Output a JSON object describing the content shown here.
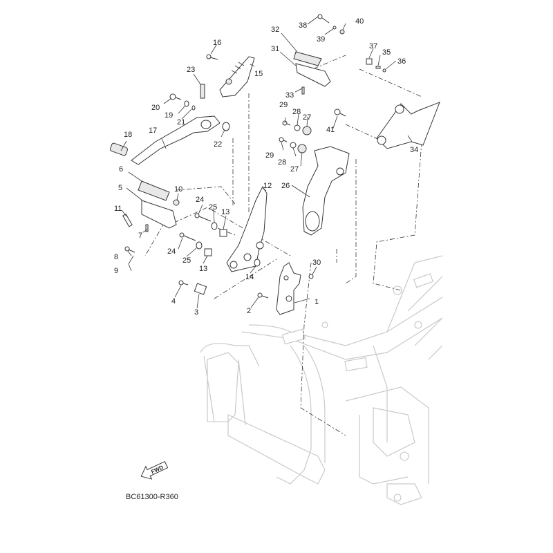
{
  "diagram": {
    "type": "exploded-parts-diagram",
    "subject": "Footrest / stand bracket assembly on motorcycle frame",
    "reference_code": "BC61300-R360",
    "direction_badge": "FWD",
    "callouts": [
      {
        "id": "1",
        "text": "1"
      },
      {
        "id": "2",
        "text": "2"
      },
      {
        "id": "3",
        "text": "3"
      },
      {
        "id": "4",
        "text": "4"
      },
      {
        "id": "5",
        "text": "5"
      },
      {
        "id": "6",
        "text": "6"
      },
      {
        "id": "7",
        "text": "7"
      },
      {
        "id": "8",
        "text": "8"
      },
      {
        "id": "9",
        "text": "9"
      },
      {
        "id": "10",
        "text": "10"
      },
      {
        "id": "11",
        "text": "11"
      },
      {
        "id": "12",
        "text": "12"
      },
      {
        "id": "13a",
        "text": "13"
      },
      {
        "id": "13b",
        "text": "13"
      },
      {
        "id": "14",
        "text": "14"
      },
      {
        "id": "15",
        "text": "15"
      },
      {
        "id": "16",
        "text": "16"
      },
      {
        "id": "17",
        "text": "17"
      },
      {
        "id": "18",
        "text": "18"
      },
      {
        "id": "19",
        "text": "19"
      },
      {
        "id": "20",
        "text": "20"
      },
      {
        "id": "21",
        "text": "21"
      },
      {
        "id": "22",
        "text": "22"
      },
      {
        "id": "23",
        "text": "23"
      },
      {
        "id": "24a",
        "text": "24"
      },
      {
        "id": "24b",
        "text": "24"
      },
      {
        "id": "25a",
        "text": "25"
      },
      {
        "id": "25b",
        "text": "25"
      },
      {
        "id": "26",
        "text": "26"
      },
      {
        "id": "27a",
        "text": "27"
      },
      {
        "id": "27b",
        "text": "27"
      },
      {
        "id": "28a",
        "text": "28"
      },
      {
        "id": "28b",
        "text": "28"
      },
      {
        "id": "29a",
        "text": "29"
      },
      {
        "id": "29b",
        "text": "29"
      },
      {
        "id": "30",
        "text": "30"
      },
      {
        "id": "31",
        "text": "31"
      },
      {
        "id": "32",
        "text": "32"
      },
      {
        "id": "33",
        "text": "33"
      },
      {
        "id": "34",
        "text": "34"
      },
      {
        "id": "35",
        "text": "35"
      },
      {
        "id": "36",
        "text": "36"
      },
      {
        "id": "37",
        "text": "37"
      },
      {
        "id": "38",
        "text": "38"
      },
      {
        "id": "39",
        "text": "39"
      },
      {
        "id": "40",
        "text": "40"
      },
      {
        "id": "41",
        "text": "41"
      }
    ]
  }
}
